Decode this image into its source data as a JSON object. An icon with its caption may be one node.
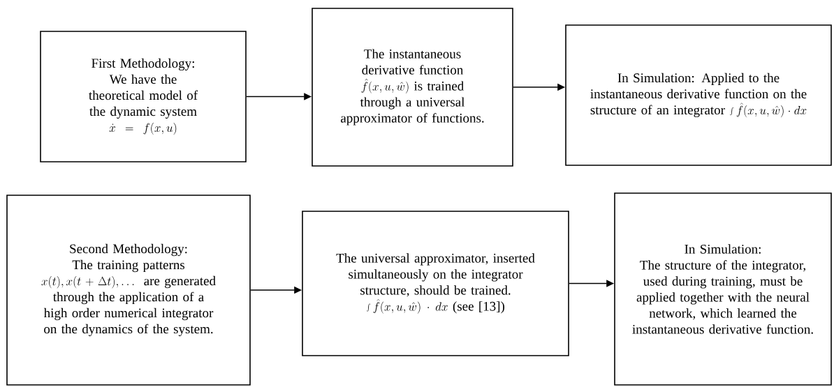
{
  "diagram": {
    "nodes": [
      {
        "text": [
          "First Methodology:",
          "We have the theoretical model of the dynamic system",
          "\\dot{x} = f(x,u)"
        ]
      },
      {
        "text": [
          "The instantaneous derivative function",
          "\\hat{f}(x,u,\\hat{w})",
          "is trained through a universal approximator of functions."
        ]
      },
      {
        "text": [
          "In Simulation: Applied to the instantaneous derivative function on the structure of an integrator",
          "\\int \\hat{f}(x,u,\\hat{w}) \\cdot dx"
        ]
      },
      {
        "text": [
          "Second Methodology:",
          "The training patterns",
          "x(t), x(t+\\Delta t), \\ldots",
          "are generated through the application of a high order numerical integrator on the dynamics of the system."
        ]
      },
      {
        "text": [
          "The universal approximator, inserted simultaneously on the integrator structure, should be trained.",
          "\\int \\hat{f}(x,u,\\hat{w}) \\cdot dx",
          "(see [13])"
        ]
      },
      {
        "text": [
          "In Simulation:",
          "The structure of the integrator, used during training, must be applied together with the neural network, which learned the instantaneous derivative function."
        ]
      }
    ],
    "edges": [
      {
        "from": 0,
        "to": 1,
        "arrow": "to"
      },
      {
        "from": 1,
        "to": 2,
        "arrow": "to"
      },
      {
        "from": 3,
        "to": 4,
        "arrow": "to"
      },
      {
        "from": 4,
        "to": 5,
        "arrow": "to"
      }
    ]
  }
}
